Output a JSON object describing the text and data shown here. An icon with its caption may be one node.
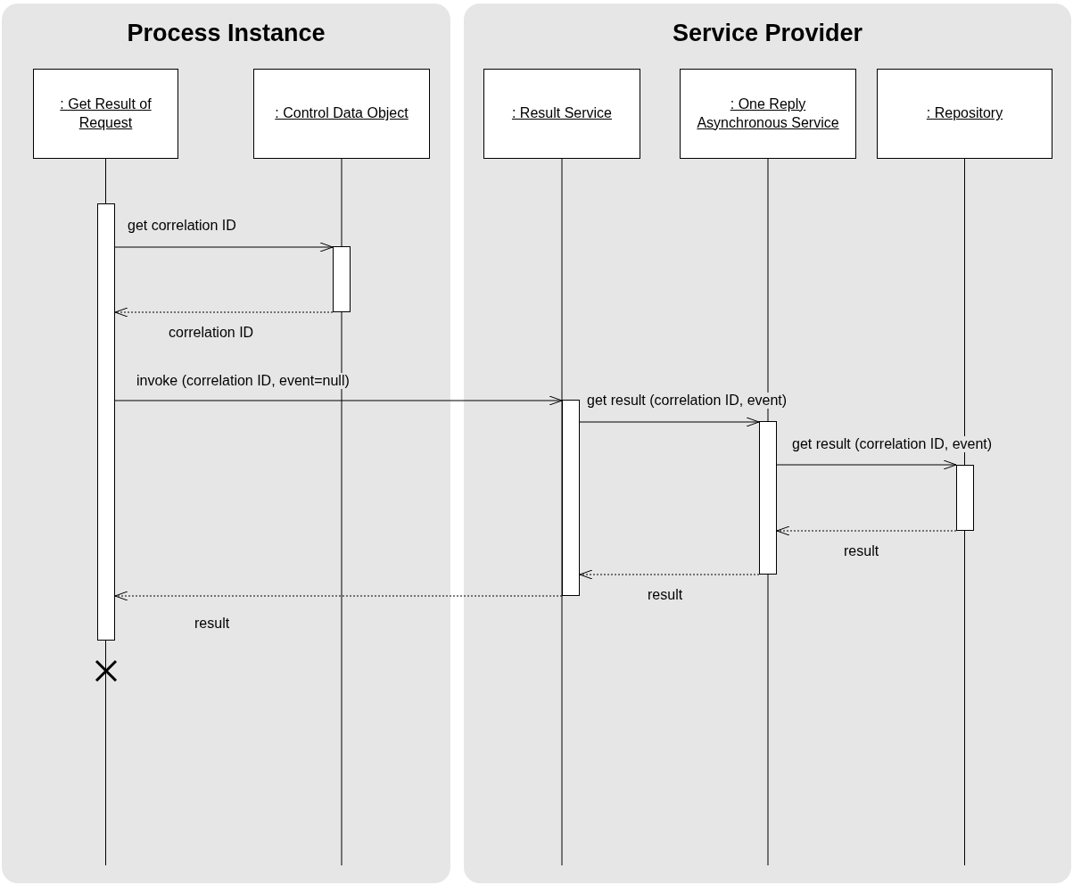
{
  "diagram": {
    "nodes": [
      {
        "text": [
          "Process Instance"
        ]
      },
      {
        "text": [
          "Service Provider"
        ]
      },
      {
        "text": [
          ": Get Result of Request"
        ],
        "in": 0
      },
      {
        "text": [
          ": Control Data Object"
        ],
        "in": 0
      },
      {
        "text": [
          ": Result Service"
        ],
        "in": 1
      },
      {
        "text": [
          ": One Reply Asynchronous Service"
        ],
        "in": 1
      },
      {
        "text": [
          ": Repository"
        ],
        "in": 1
      },
      {
        "text": [],
        "shape": "bar",
        "in": 0
      },
      {
        "text": [],
        "shape": "bar",
        "in": 0
      },
      {
        "text": [],
        "shape": "bar",
        "in": 1
      },
      {
        "text": [],
        "shape": "bar",
        "in": 1
      },
      {
        "text": [],
        "shape": "bar",
        "in": 1
      }
    ],
    "edges": [
      {
        "from": 7,
        "to": 8,
        "arrow": "to",
        "label": "get correlation ID"
      },
      {
        "from": 8,
        "to": 7,
        "arrow": "to",
        "label": "correlation ID",
        "style": "dashed"
      },
      {
        "from": 7,
        "to": 9,
        "arrow": "to",
        "label": "invoke (correlation ID, event=null)"
      },
      {
        "from": 9,
        "to": 10,
        "arrow": "to",
        "label": "get result (correlation ID, event)"
      },
      {
        "from": 10,
        "to": 11,
        "arrow": "to",
        "label": "get result (correlation ID, event)"
      },
      {
        "from": 11,
        "to": 10,
        "arrow": "to",
        "label": "result",
        "style": "dashed"
      },
      {
        "from": 10,
        "to": 9,
        "arrow": "to",
        "label": "result",
        "style": "dashed"
      },
      {
        "from": 9,
        "to": 7,
        "arrow": "to",
        "label": "result",
        "style": "dashed"
      }
    ]
  }
}
